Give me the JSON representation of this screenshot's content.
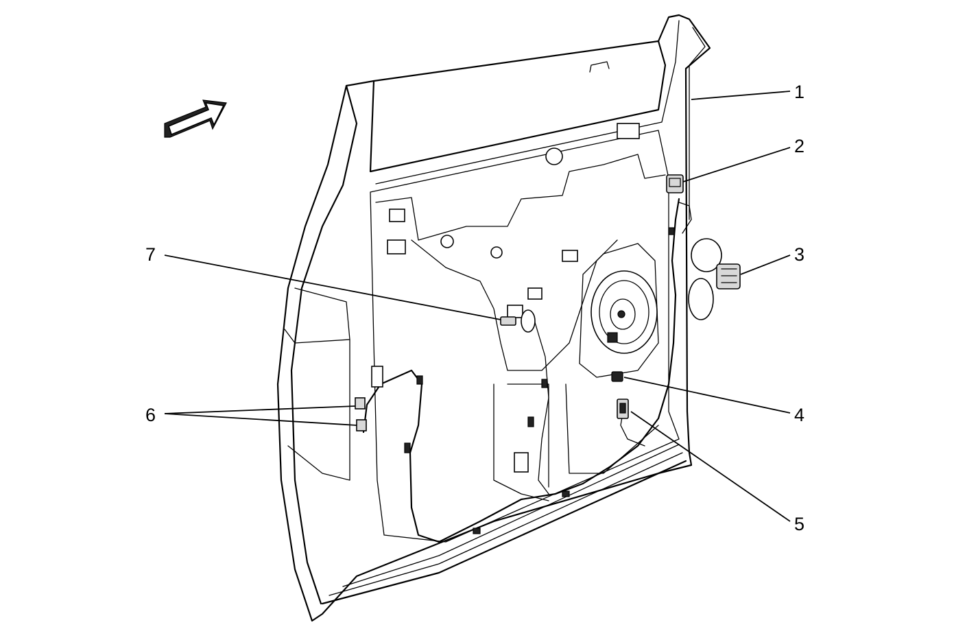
{
  "callouts": [
    {
      "id": "1",
      "label": "1"
    },
    {
      "id": "2",
      "label": "2"
    },
    {
      "id": "3",
      "label": "3"
    },
    {
      "id": "4",
      "label": "4"
    },
    {
      "id": "5",
      "label": "5"
    },
    {
      "id": "6",
      "label": "6"
    },
    {
      "id": "7",
      "label": "7"
    }
  ],
  "icons": {
    "view_arrow": "direction-arrow-icon"
  }
}
